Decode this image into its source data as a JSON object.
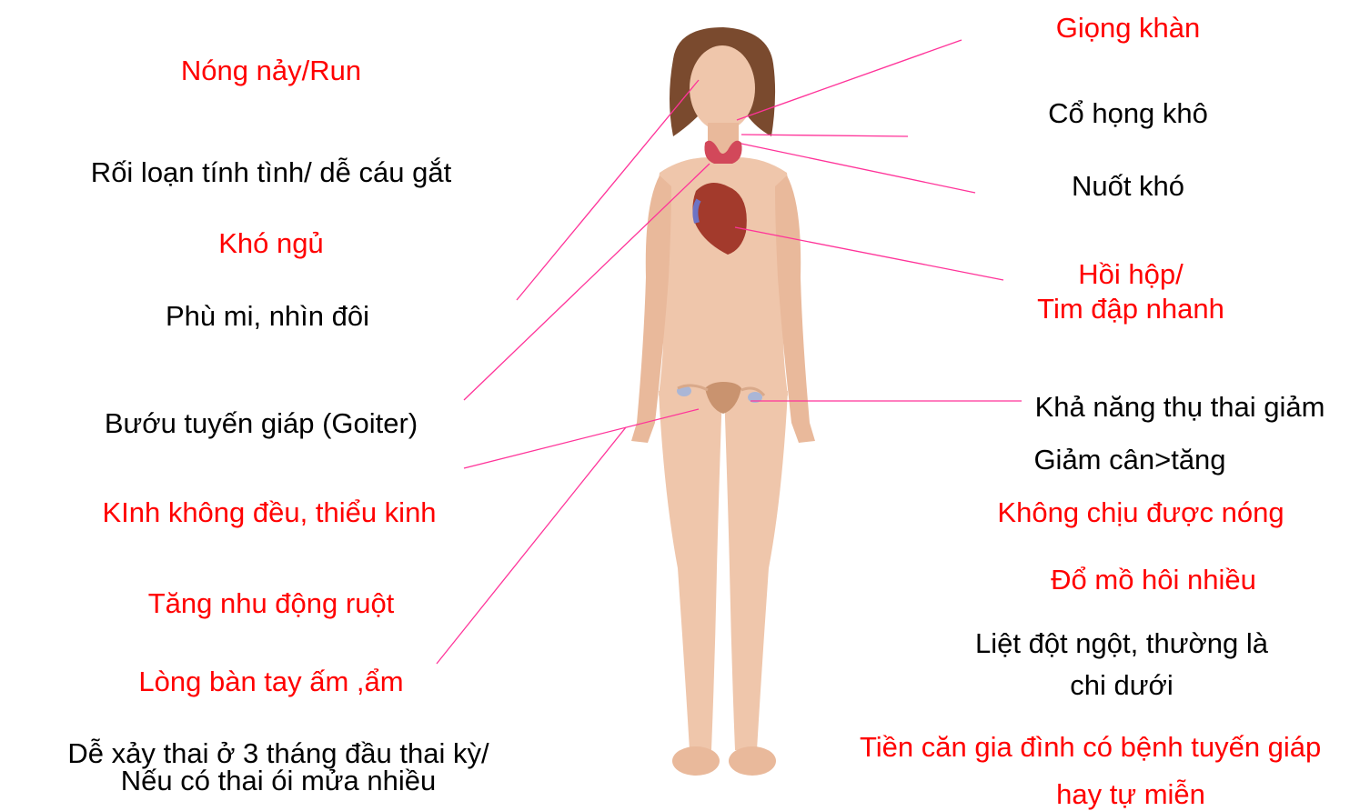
{
  "colors": {
    "highlight": "#ff0000",
    "normal": "#000000",
    "leader_line": "#ff3399",
    "skin": "#efc6ab"
  },
  "left_labels": [
    {
      "text": "Nóng nảy/Run",
      "color": "red"
    },
    {
      "text": "Rối loạn tính tình/ dễ cáu gắt",
      "color": "black"
    },
    {
      "text": "Khó ngủ",
      "color": "red"
    },
    {
      "text": "Phù mi, nhìn đôi",
      "color": "black"
    },
    {
      "text": "Bướu tuyến giáp (Goiter)",
      "color": "black"
    },
    {
      "text": "KInh không đều, thiểu kinh",
      "color": "red"
    },
    {
      "text": "Tăng nhu động ruột",
      "color": "red"
    },
    {
      "text": "Lòng bàn tay ấm ,ẩm",
      "color": "red"
    },
    {
      "text": "Dễ xảy thai ở 3 tháng đầu thai kỳ/",
      "color": "black"
    },
    {
      "text": "Nếu có thai ói mửa nhiều",
      "color": "black"
    }
  ],
  "right_labels": [
    {
      "text": "Giọng khàn",
      "color": "red"
    },
    {
      "text": "Cổ họng khô",
      "color": "black"
    },
    {
      "text": "Nuốt khó",
      "color": "black"
    },
    {
      "text": "Hồi hộp/",
      "color": "red"
    },
    {
      "text": "Tim đập nhanh",
      "color": "red"
    },
    {
      "text": "Khả năng thụ thai giảm",
      "color": "black"
    },
    {
      "text": "Giảm cân>tăng",
      "color": "black"
    },
    {
      "text": "Không chịu được nóng",
      "color": "red"
    },
    {
      "text": "Đổ mồ hôi nhiều",
      "color": "red"
    },
    {
      "text": "Liệt đột ngột, thường là",
      "color": "black"
    },
    {
      "text": "chi dưới",
      "color": "black"
    },
    {
      "text": "Tiền căn gia đình có bệnh tuyến giáp",
      "color": "red"
    },
    {
      "text": "hay tự  miễn",
      "color": "red"
    }
  ]
}
